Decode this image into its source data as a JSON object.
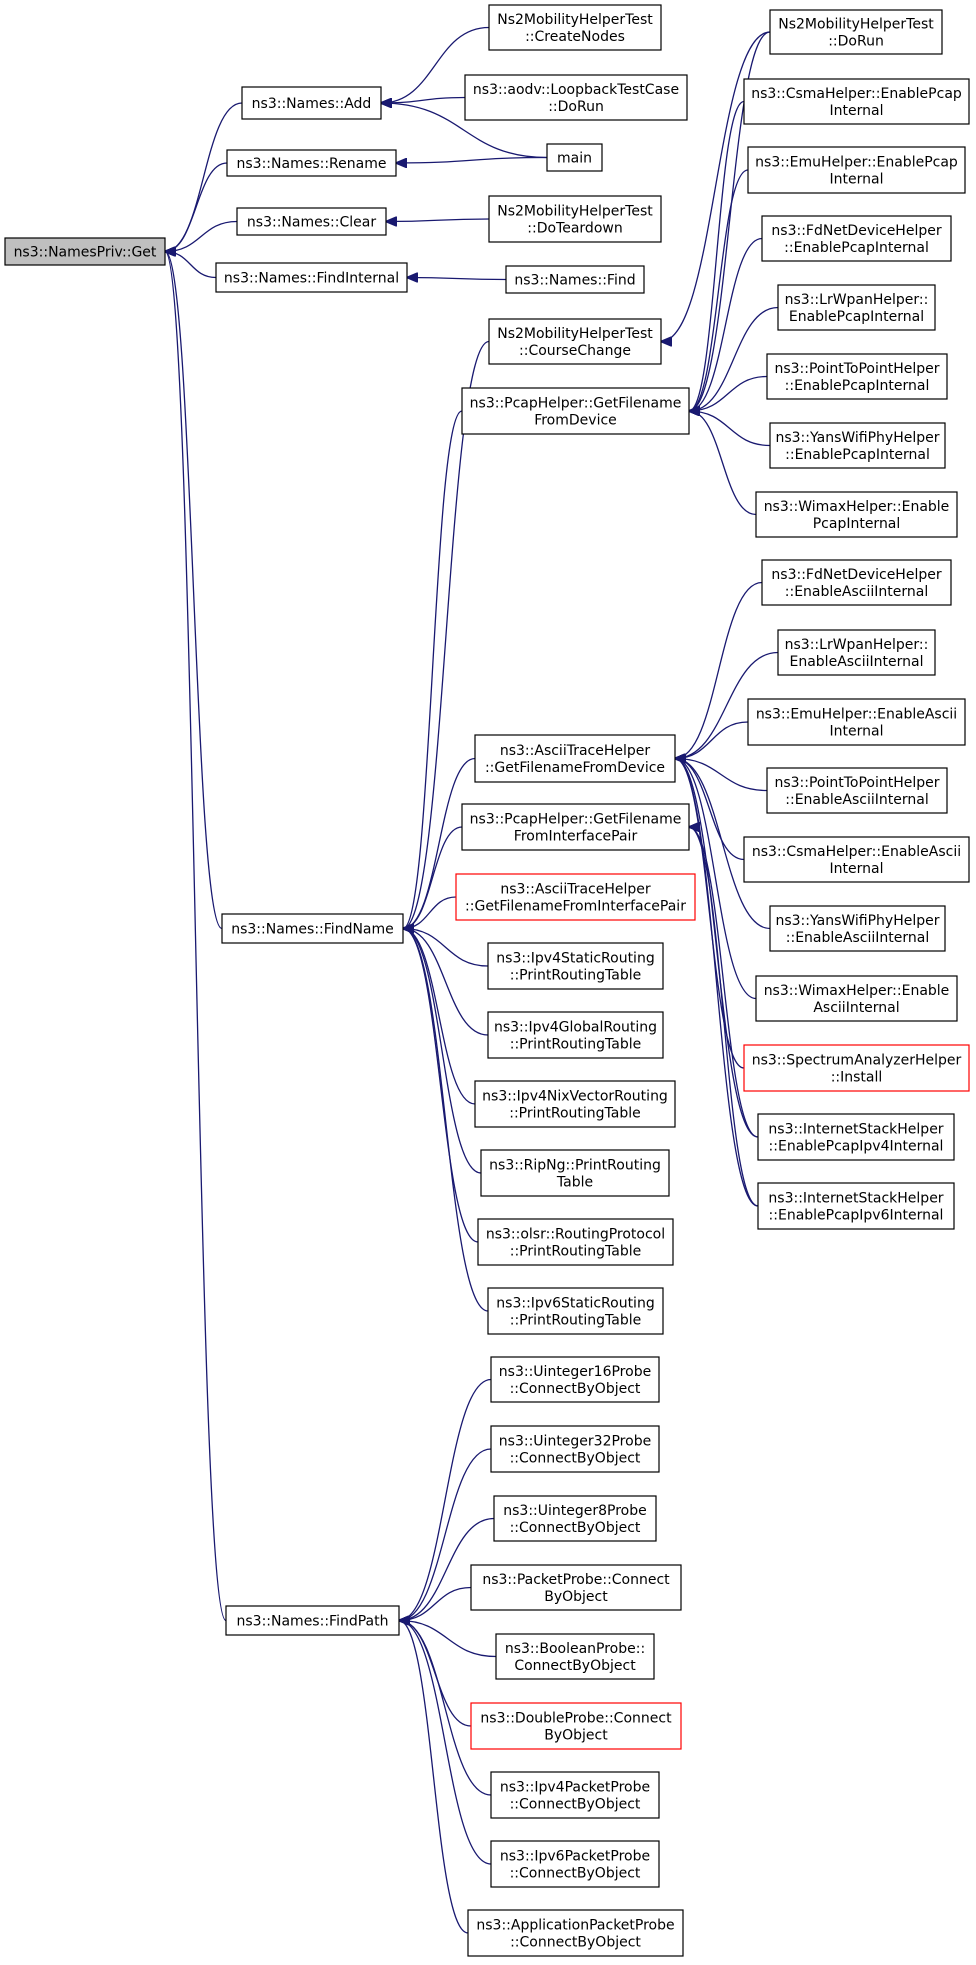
{
  "graph": {
    "edge_color": "#191970",
    "root_fill": "#bfbfbf",
    "missing_border_color": "#ff0000",
    "nodes": [
      {
        "id": "get",
        "lines": [
          "ns3::NamesPriv::Get"
        ],
        "style": "root"
      },
      {
        "id": "add",
        "lines": [
          "ns3::Names::Add"
        ]
      },
      {
        "id": "rename",
        "lines": [
          "ns3::Names::Rename"
        ]
      },
      {
        "id": "clear",
        "lines": [
          "ns3::Names::Clear"
        ]
      },
      {
        "id": "findinternal",
        "lines": [
          "ns3::Names::FindInternal"
        ]
      },
      {
        "id": "findname",
        "lines": [
          "ns3::Names::FindName"
        ]
      },
      {
        "id": "findpath",
        "lines": [
          "ns3::Names::FindPath"
        ]
      },
      {
        "id": "mob_createnodes",
        "lines": [
          "Ns2MobilityHelperTest",
          "::CreateNodes"
        ]
      },
      {
        "id": "aodv_dorun",
        "lines": [
          "ns3::aodv::LoopbackTestCase",
          "::DoRun"
        ]
      },
      {
        "id": "main",
        "lines": [
          "main"
        ]
      },
      {
        "id": "mob_teardown",
        "lines": [
          "Ns2MobilityHelperTest",
          "::DoTeardown"
        ]
      },
      {
        "id": "names_find",
        "lines": [
          "ns3::Names::Find"
        ]
      },
      {
        "id": "mob_coursechange",
        "lines": [
          "Ns2MobilityHelperTest",
          "::CourseChange"
        ]
      },
      {
        "id": "pcap_gfd",
        "lines": [
          "ns3::PcapHelper::GetFilename",
          "FromDevice"
        ]
      },
      {
        "id": "mob_dorun",
        "lines": [
          "Ns2MobilityHelperTest",
          "::DoRun"
        ]
      },
      {
        "id": "csma_pcap",
        "lines": [
          "ns3::CsmaHelper::EnablePcap",
          "Internal"
        ]
      },
      {
        "id": "emu_pcap",
        "lines": [
          "ns3::EmuHelper::EnablePcap",
          "Internal"
        ]
      },
      {
        "id": "fdnet_pcap",
        "lines": [
          "ns3::FdNetDeviceHelper",
          "::EnablePcapInternal"
        ]
      },
      {
        "id": "lrwpan_pcap",
        "lines": [
          "ns3::LrWpanHelper::",
          "EnablePcapInternal"
        ]
      },
      {
        "id": "p2p_pcap",
        "lines": [
          "ns3::PointToPointHelper",
          "::EnablePcapInternal"
        ]
      },
      {
        "id": "yans_pcap",
        "lines": [
          "ns3::YansWifiPhyHelper",
          "::EnablePcapInternal"
        ]
      },
      {
        "id": "wimax_pcap",
        "lines": [
          "ns3::WimaxHelper::Enable",
          "PcapInternal"
        ]
      },
      {
        "id": "ascii_gfd",
        "lines": [
          "ns3::AsciiTraceHelper",
          "::GetFilenameFromDevice"
        ]
      },
      {
        "id": "pcap_gfip",
        "lines": [
          "ns3::PcapHelper::GetFilename",
          "FromInterfacePair"
        ]
      },
      {
        "id": "ascii_gfip",
        "lines": [
          "ns3::AsciiTraceHelper",
          "::GetFilenameFromInterfacePair"
        ],
        "style": "missing"
      },
      {
        "id": "ipv4static_prt",
        "lines": [
          "ns3::Ipv4StaticRouting",
          "::PrintRoutingTable"
        ]
      },
      {
        "id": "ipv4global_prt",
        "lines": [
          "ns3::Ipv4GlobalRouting",
          "::PrintRoutingTable"
        ]
      },
      {
        "id": "ipv4nix_prt",
        "lines": [
          "ns3::Ipv4NixVectorRouting",
          "::PrintRoutingTable"
        ]
      },
      {
        "id": "ripng_prt",
        "lines": [
          "ns3::RipNg::PrintRouting",
          "Table"
        ]
      },
      {
        "id": "olsr_prt",
        "lines": [
          "ns3::olsr::RoutingProtocol",
          "::PrintRoutingTable"
        ]
      },
      {
        "id": "ipv6static_prt",
        "lines": [
          "ns3::Ipv6StaticRouting",
          "::PrintRoutingTable"
        ]
      },
      {
        "id": "fdnet_ascii",
        "lines": [
          "ns3::FdNetDeviceHelper",
          "::EnableAsciiInternal"
        ]
      },
      {
        "id": "lrwpan_ascii",
        "lines": [
          "ns3::LrWpanHelper::",
          "EnableAsciiInternal"
        ]
      },
      {
        "id": "emu_ascii",
        "lines": [
          "ns3::EmuHelper::EnableAscii",
          "Internal"
        ]
      },
      {
        "id": "p2p_ascii",
        "lines": [
          "ns3::PointToPointHelper",
          "::EnableAsciiInternal"
        ]
      },
      {
        "id": "csma_ascii",
        "lines": [
          "ns3::CsmaHelper::EnableAscii",
          "Internal"
        ]
      },
      {
        "id": "yans_ascii",
        "lines": [
          "ns3::YansWifiPhyHelper",
          "::EnableAsciiInternal"
        ]
      },
      {
        "id": "wimax_ascii",
        "lines": [
          "ns3::WimaxHelper::Enable",
          "AsciiInternal"
        ]
      },
      {
        "id": "spectrum_install",
        "lines": [
          "ns3::SpectrumAnalyzerHelper",
          "::Install"
        ],
        "style": "missing"
      },
      {
        "id": "inet_pcap4",
        "lines": [
          "ns3::InternetStackHelper",
          "::EnablePcapIpv4Internal"
        ]
      },
      {
        "id": "inet_pcap6",
        "lines": [
          "ns3::InternetStackHelper",
          "::EnablePcapIpv6Internal"
        ]
      },
      {
        "id": "uint16_probe",
        "lines": [
          "ns3::Uinteger16Probe",
          "::ConnectByObject"
        ]
      },
      {
        "id": "uint32_probe",
        "lines": [
          "ns3::Uinteger32Probe",
          "::ConnectByObject"
        ]
      },
      {
        "id": "uint8_probe",
        "lines": [
          "ns3::Uinteger8Probe",
          "::ConnectByObject"
        ]
      },
      {
        "id": "packet_probe",
        "lines": [
          "ns3::PacketProbe::Connect",
          "ByObject"
        ]
      },
      {
        "id": "boolean_probe",
        "lines": [
          "ns3::BooleanProbe::",
          "ConnectByObject"
        ]
      },
      {
        "id": "double_probe",
        "lines": [
          "ns3::DoubleProbe::Connect",
          "ByObject"
        ],
        "style": "missing"
      },
      {
        "id": "ipv4packet_probe",
        "lines": [
          "ns3::Ipv4PacketProbe",
          "::ConnectByObject"
        ]
      },
      {
        "id": "ipv6packet_probe",
        "lines": [
          "ns3::Ipv6PacketProbe",
          "::ConnectByObject"
        ]
      },
      {
        "id": "apppacket_probe",
        "lines": [
          "ns3::ApplicationPacketProbe",
          "::ConnectByObject"
        ]
      }
    ],
    "edges": [
      {
        "from": "add",
        "to": "get"
      },
      {
        "from": "rename",
        "to": "get"
      },
      {
        "from": "clear",
        "to": "get"
      },
      {
        "from": "findinternal",
        "to": "get"
      },
      {
        "from": "findname",
        "to": "get"
      },
      {
        "from": "findpath",
        "to": "get"
      },
      {
        "from": "mob_createnodes",
        "to": "add"
      },
      {
        "from": "aodv_dorun",
        "to": "add"
      },
      {
        "from": "main",
        "to": "add"
      },
      {
        "from": "main",
        "to": "rename"
      },
      {
        "from": "mob_teardown",
        "to": "clear"
      },
      {
        "from": "names_find",
        "to": "findinternal"
      },
      {
        "from": "mob_coursechange",
        "to": "findname"
      },
      {
        "from": "pcap_gfd",
        "to": "findname"
      },
      {
        "from": "ascii_gfd",
        "to": "findname"
      },
      {
        "from": "pcap_gfip",
        "to": "findname"
      },
      {
        "from": "ascii_gfip",
        "to": "findname"
      },
      {
        "from": "ipv4static_prt",
        "to": "findname"
      },
      {
        "from": "ipv4global_prt",
        "to": "findname"
      },
      {
        "from": "ipv4nix_prt",
        "to": "findname"
      },
      {
        "from": "ripng_prt",
        "to": "findname"
      },
      {
        "from": "olsr_prt",
        "to": "findname"
      },
      {
        "from": "ipv6static_prt",
        "to": "findname"
      },
      {
        "from": "mob_dorun",
        "to": "mob_coursechange"
      },
      {
        "from": "mob_dorun",
        "to": "pcap_gfd"
      },
      {
        "from": "csma_pcap",
        "to": "pcap_gfd"
      },
      {
        "from": "emu_pcap",
        "to": "pcap_gfd"
      },
      {
        "from": "fdnet_pcap",
        "to": "pcap_gfd"
      },
      {
        "from": "lrwpan_pcap",
        "to": "pcap_gfd"
      },
      {
        "from": "p2p_pcap",
        "to": "pcap_gfd"
      },
      {
        "from": "yans_pcap",
        "to": "pcap_gfd"
      },
      {
        "from": "wimax_pcap",
        "to": "pcap_gfd"
      },
      {
        "from": "fdnet_ascii",
        "to": "ascii_gfd"
      },
      {
        "from": "lrwpan_ascii",
        "to": "ascii_gfd"
      },
      {
        "from": "emu_ascii",
        "to": "ascii_gfd"
      },
      {
        "from": "p2p_ascii",
        "to": "ascii_gfd"
      },
      {
        "from": "csma_ascii",
        "to": "ascii_gfd"
      },
      {
        "from": "yans_ascii",
        "to": "ascii_gfd"
      },
      {
        "from": "wimax_ascii",
        "to": "ascii_gfd"
      },
      {
        "from": "spectrum_install",
        "to": "ascii_gfd"
      },
      {
        "from": "inet_pcap4",
        "to": "ascii_gfd"
      },
      {
        "from": "inet_pcap6",
        "to": "ascii_gfd"
      },
      {
        "from": "inet_pcap4",
        "to": "pcap_gfip"
      },
      {
        "from": "inet_pcap6",
        "to": "pcap_gfip"
      },
      {
        "from": "uint16_probe",
        "to": "findpath"
      },
      {
        "from": "uint32_probe",
        "to": "findpath"
      },
      {
        "from": "uint8_probe",
        "to": "findpath"
      },
      {
        "from": "packet_probe",
        "to": "findpath"
      },
      {
        "from": "boolean_probe",
        "to": "findpath"
      },
      {
        "from": "double_probe",
        "to": "findpath"
      },
      {
        "from": "ipv4packet_probe",
        "to": "findpath"
      },
      {
        "from": "ipv6packet_probe",
        "to": "findpath"
      },
      {
        "from": "apppacket_probe",
        "to": "findpath"
      }
    ]
  }
}
